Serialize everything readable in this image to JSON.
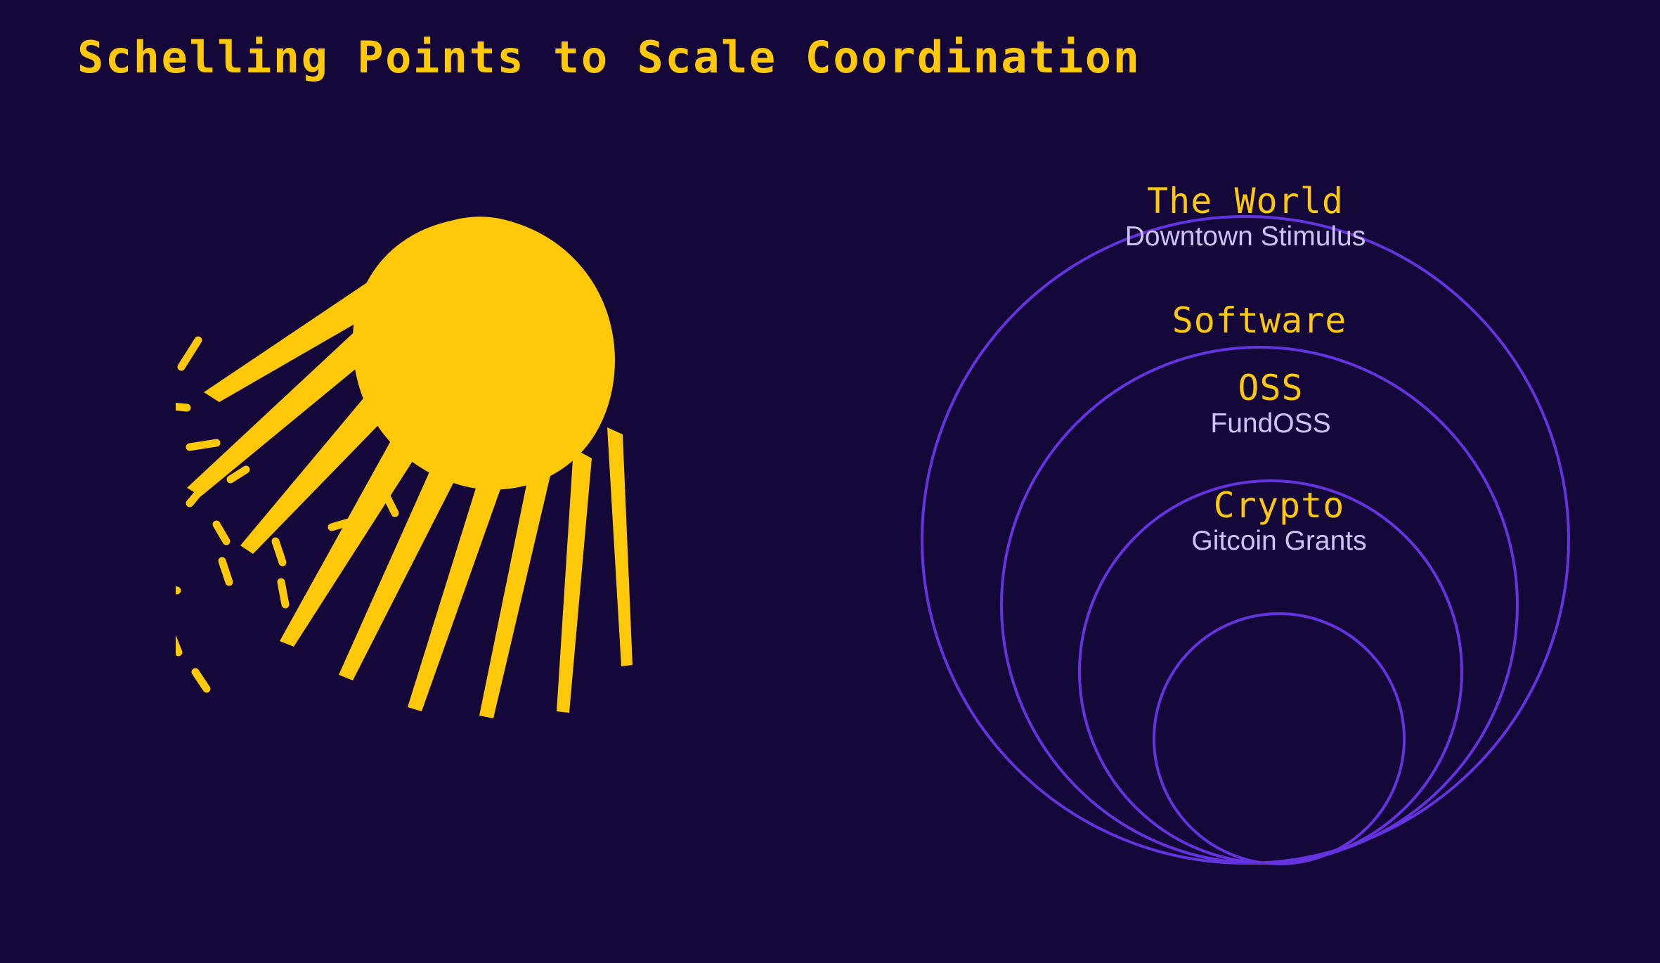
{
  "slide": {
    "title": "Schelling Points to Scale Coordination",
    "background_color": "#130838",
    "accent_yellow": "#FFC90A",
    "accent_purple": "#6633E0",
    "subtitle_color": "#CFC2F7"
  },
  "comet": {
    "name": "comet-illustration",
    "color": "#FFC90A",
    "description": "yellow comet with tapered rays and spark dashes"
  },
  "rings": {
    "name": "nested-scope-circles",
    "stroke_color": "#6633E0",
    "items": [
      {
        "title": "The World",
        "subtitle": "Downtown Stimulus"
      },
      {
        "title": "Software",
        "subtitle": ""
      },
      {
        "title": "OSS",
        "subtitle": "FundOSS"
      },
      {
        "title": "Crypto",
        "subtitle": "Gitcoin Grants"
      }
    ]
  },
  "chart_data": {
    "type": "diagram",
    "title": "Schelling Points to Scale Coordination",
    "layout": "nested circles tangent at bottom, largest scope outermost",
    "levels": [
      {
        "scope": "The World",
        "example": "Downtown Stimulus",
        "rank": 1,
        "relative_size": 1.0
      },
      {
        "scope": "Software",
        "example": "",
        "rank": 2,
        "relative_size": 0.8
      },
      {
        "scope": "OSS",
        "example": "FundOSS",
        "rank": 3,
        "relative_size": 0.59
      },
      {
        "scope": "Crypto",
        "example": "Gitcoin Grants",
        "rank": 4,
        "relative_size": 0.39
      }
    ]
  }
}
